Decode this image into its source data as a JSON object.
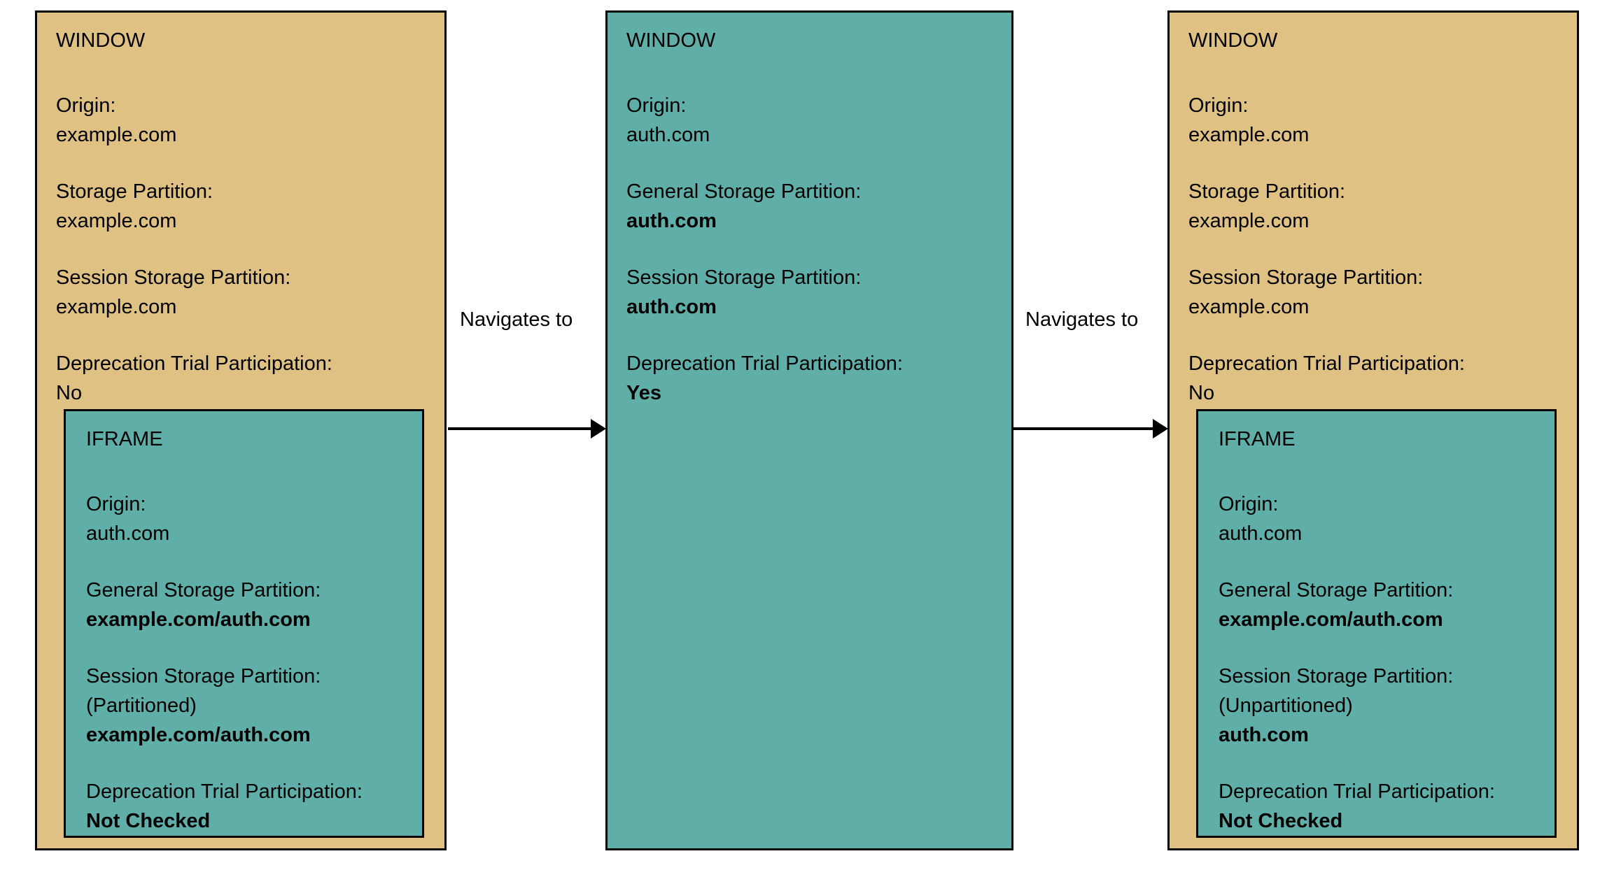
{
  "diagram": {
    "panels": [
      {
        "id": "panel-1",
        "color": "#DFC183",
        "title": "WINDOW",
        "fields": [
          {
            "label": "Origin:",
            "value": "example.com",
            "bold": false
          },
          {
            "label": "Storage Partition:",
            "value": "example.com",
            "bold": false
          },
          {
            "label": "Session Storage Partition:",
            "value": "example.com",
            "bold": false
          },
          {
            "label": "Deprecation Trial Participation:",
            "value": "No",
            "bold": false
          }
        ],
        "iframe": {
          "color": "#5FAFA8",
          "title": "IFRAME",
          "fields": [
            {
              "label": "Origin:",
              "value": "auth.com",
              "bold": false
            },
            {
              "label": "General Storage Partition:",
              "value": "example.com/auth.com",
              "bold": true
            },
            {
              "label": "Session Storage Partition:",
              "sub": "(Partitioned)",
              "value": "example.com/auth.com",
              "bold": true
            },
            {
              "label": "Deprecation Trial Participation:",
              "value": "Not Checked",
              "bold": true
            }
          ]
        }
      },
      {
        "id": "panel-2",
        "color": "#5FAFA8",
        "title": "WINDOW",
        "fields": [
          {
            "label": "Origin:",
            "value": "auth.com",
            "bold": false
          },
          {
            "label": "General Storage Partition:",
            "value": "auth.com",
            "bold": true
          },
          {
            "label": "Session Storage Partition:",
            "value": "auth.com",
            "bold": true
          },
          {
            "label": "Deprecation Trial Participation:",
            "value": "Yes",
            "bold": true
          }
        ],
        "iframe": null
      },
      {
        "id": "panel-3",
        "color": "#DFC183",
        "title": "WINDOW",
        "fields": [
          {
            "label": "Origin:",
            "value": "example.com",
            "bold": false
          },
          {
            "label": "Storage Partition:",
            "value": "example.com",
            "bold": false
          },
          {
            "label": "Session Storage Partition:",
            "value": "example.com",
            "bold": false
          },
          {
            "label": "Deprecation Trial Participation:",
            "value": "No",
            "bold": false
          }
        ],
        "iframe": {
          "color": "#5FAFA8",
          "title": "IFRAME",
          "fields": [
            {
              "label": "Origin:",
              "value": "auth.com",
              "bold": false
            },
            {
              "label": "General Storage Partition:",
              "value": "example.com/auth.com",
              "bold": true
            },
            {
              "label": "Session Storage Partition:",
              "sub": "(Unpartitioned)",
              "value": "auth.com",
              "bold": true
            },
            {
              "label": "Deprecation Trial Participation:",
              "value": "Not Checked",
              "bold": true
            }
          ]
        }
      }
    ],
    "arrows": [
      {
        "id": "arrow-1",
        "label": "Navigates to"
      },
      {
        "id": "arrow-2",
        "label": "Navigates to"
      }
    ]
  }
}
